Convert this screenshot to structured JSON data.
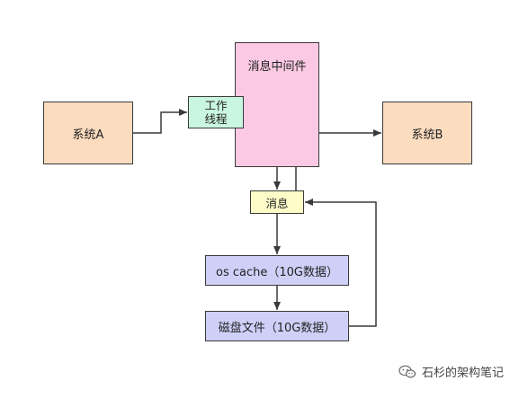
{
  "diagram": {
    "system_a": "系统A",
    "system_b": "系统B",
    "middleware": "消息中间件",
    "worker_line1": "工作",
    "worker_line2": "线程",
    "message": "消息",
    "os_cache": "os cache（10G数据）",
    "disk_file": "磁盘文件（10G数据）"
  },
  "watermark": {
    "text": "石杉的架构笔记",
    "icon": "wechat-icon"
  },
  "colors": {
    "system_fill": "#fbdcbf",
    "middleware_fill": "#fbc9e3",
    "worker_fill": "#c9f6df",
    "message_fill": "#fdfcc9",
    "storage_fill": "#cfd0f8",
    "line": "#3a3a3a"
  }
}
